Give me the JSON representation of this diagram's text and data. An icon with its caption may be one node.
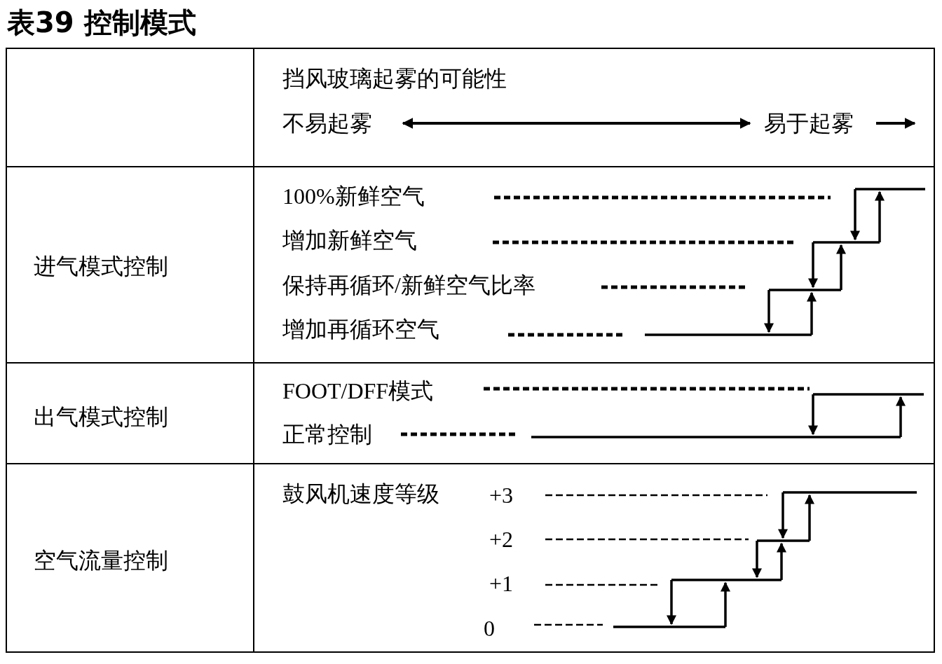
{
  "diagram": {
    "title": "表39 控制模式",
    "labels": [
      "挡风玻璃起雾的可能性",
      "不易起雾",
      "易于起雾",
      "进气模式控制",
      "100%新鲜空气",
      "增加新鲜空气",
      "保持再循环/新鲜空气比率",
      "增加再循环空气",
      "出气模式控制",
      "FOOT/DFF模式",
      "正常控制",
      "空气流量控制",
      "鼓风机速度等级",
      "+3",
      "+2",
      "+1",
      "0"
    ]
  }
}
